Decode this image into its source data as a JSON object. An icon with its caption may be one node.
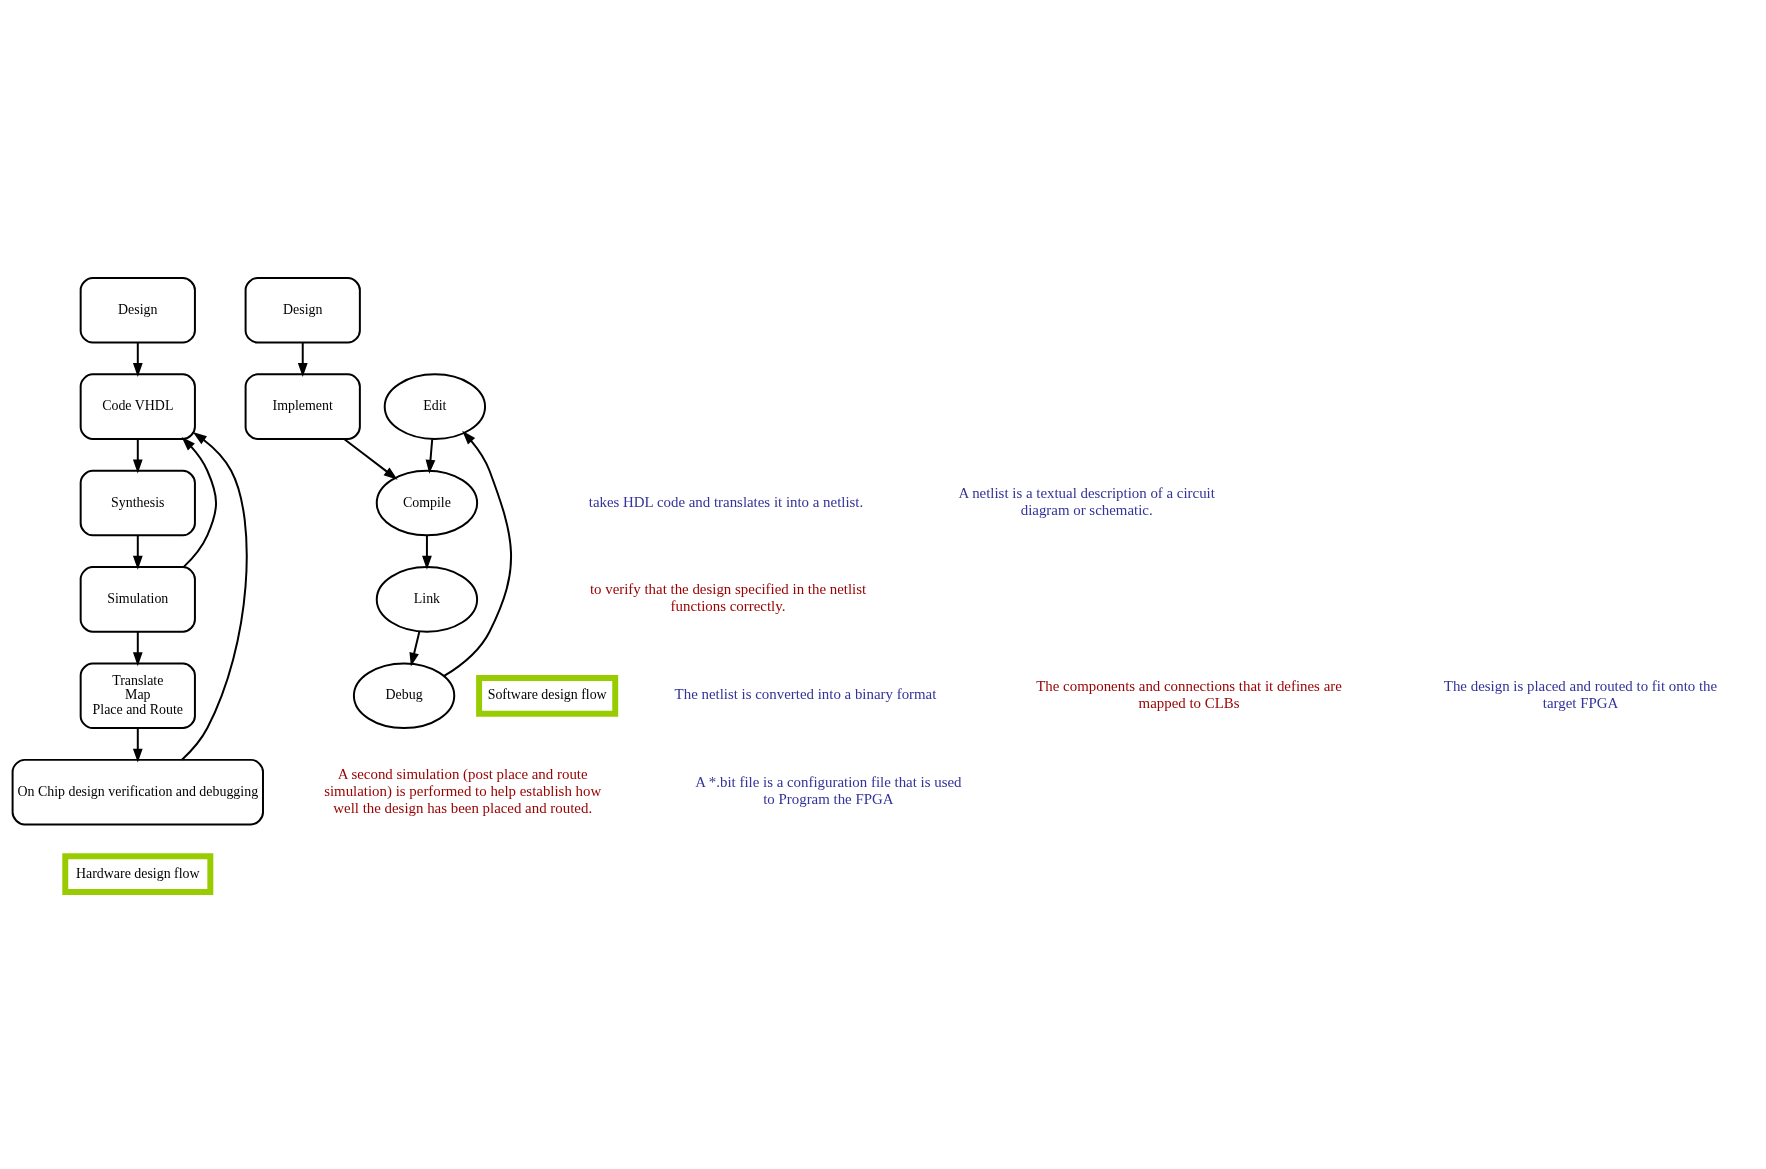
{
  "diagram": {
    "nodes": [
      {
        "text": [
          "Design"
        ]
      },
      {
        "text": [
          "Code VHDL"
        ]
      },
      {
        "text": [
          "Synthesis"
        ]
      },
      {
        "text": [
          "Simulation"
        ]
      },
      {
        "text": [
          "Translate",
          "Map",
          "Place and Route"
        ]
      },
      {
        "text": [
          "On Chip design verification and debugging"
        ]
      },
      {
        "text": [
          "Hardware design flow"
        ]
      },
      {
        "text": [
          "Design"
        ]
      },
      {
        "text": [
          "Implement"
        ]
      },
      {
        "text": [
          "Compile"
        ]
      },
      {
        "text": [
          "Edit"
        ]
      },
      {
        "text": [
          "Debug"
        ]
      },
      {
        "text": [
          "Link"
        ]
      },
      {
        "text": [
          "Software design flow"
        ]
      }
    ],
    "edges": [
      {
        "from": 0,
        "to": 1,
        "arrow": "to"
      },
      {
        "from": 1,
        "to": 2,
        "arrow": "to"
      },
      {
        "from": 2,
        "to": 3,
        "arrow": "to"
      },
      {
        "from": 3,
        "to": 4,
        "arrow": "to"
      },
      {
        "from": 4,
        "to": 5,
        "arrow": "to"
      },
      {
        "from": 3,
        "to": 1,
        "arrow": "to"
      },
      {
        "from": 5,
        "to": 1,
        "arrow": "to"
      },
      {
        "from": 7,
        "to": 8,
        "arrow": "to"
      },
      {
        "from": 8,
        "to": 9,
        "arrow": "to"
      },
      {
        "from": 10,
        "to": 9,
        "arrow": "to"
      },
      {
        "from": 9,
        "to": 12,
        "arrow": "to"
      },
      {
        "from": 12,
        "to": 11,
        "arrow": "to"
      },
      {
        "from": 11,
        "to": 10,
        "arrow": "to"
      }
    ],
    "labels": [
      "takes HDL code and translates it into a netlist.",
      "A netlist is a textual description of a circuit diagram or schematic.",
      "to verify that the design specified in the netlist functions correctly.",
      "The netlist is converted into a binary format",
      "The components and connections that it defines are mapped to CLBs",
      "The design is placed and routed to fit onto the target FPGA",
      "A second simulation (post place and route simulation) is performed to help establish how well the design has been placed and routed.",
      "A *.bit file is a configuration file that is used to Program the FPGA"
    ]
  }
}
